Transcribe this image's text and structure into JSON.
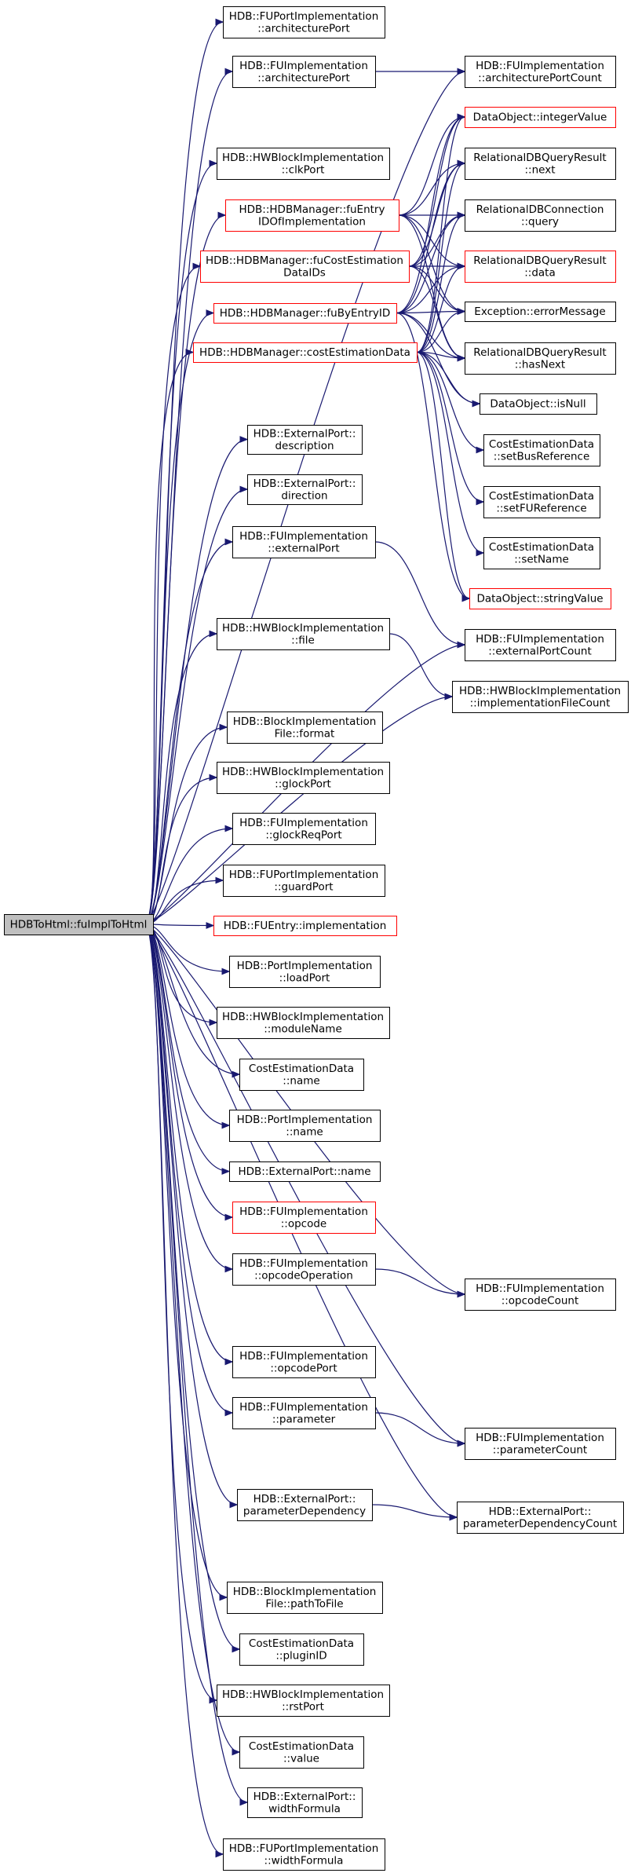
{
  "root": {
    "id": "root",
    "lines": [
      "HDBToHtml::fuImplToHtml"
    ],
    "fill": "#bfbfbf",
    "border": "#000000"
  },
  "nodes": [
    {
      "id": "n1",
      "lines": [
        "HDB::FUPortImplementation",
        "::architecturePort"
      ]
    },
    {
      "id": "n2",
      "lines": [
        "HDB::FUImplementation",
        "::architecturePort"
      ]
    },
    {
      "id": "n3",
      "lines": [
        "HDB::FUImplementation",
        "::architecturePortCount"
      ]
    },
    {
      "id": "n4",
      "lines": [
        "HDB::HWBlockImplementation",
        "::clkPort"
      ]
    },
    {
      "id": "n5",
      "lines": [
        "HDB::HDBManager::fuEntry",
        "IDOfImplementation"
      ],
      "red": true
    },
    {
      "id": "n6",
      "lines": [
        "HDB::HDBManager::fuCostEstimation",
        "DataIDs"
      ],
      "red": true
    },
    {
      "id": "n7",
      "lines": [
        "HDB::HDBManager::fuByEntryID"
      ],
      "red": true
    },
    {
      "id": "n8",
      "lines": [
        "HDB::HDBManager::costEstimationData"
      ],
      "red": true
    },
    {
      "id": "n9",
      "lines": [
        "DataObject::integerValue"
      ],
      "red": true
    },
    {
      "id": "n10",
      "lines": [
        "RelationalDBQueryResult",
        "::next"
      ]
    },
    {
      "id": "n11",
      "lines": [
        "RelationalDBConnection",
        "::query"
      ]
    },
    {
      "id": "n12",
      "lines": [
        "RelationalDBQueryResult",
        "::data"
      ],
      "red": true
    },
    {
      "id": "n13",
      "lines": [
        "Exception::errorMessage"
      ]
    },
    {
      "id": "n14",
      "lines": [
        "RelationalDBQueryResult",
        "::hasNext"
      ]
    },
    {
      "id": "n15",
      "lines": [
        "DataObject::isNull"
      ]
    },
    {
      "id": "n16",
      "lines": [
        "CostEstimationData",
        "::setBusReference"
      ]
    },
    {
      "id": "n17",
      "lines": [
        "CostEstimationData",
        "::setFUReference"
      ]
    },
    {
      "id": "n18",
      "lines": [
        "CostEstimationData",
        "::setName"
      ]
    },
    {
      "id": "n19",
      "lines": [
        "DataObject::stringValue"
      ],
      "red": true
    },
    {
      "id": "n20",
      "lines": [
        "HDB::ExternalPort::",
        "description"
      ]
    },
    {
      "id": "n21",
      "lines": [
        "HDB::ExternalPort::",
        "direction"
      ]
    },
    {
      "id": "n22",
      "lines": [
        "HDB::FUImplementation",
        "::externalPort"
      ]
    },
    {
      "id": "n23",
      "lines": [
        "HDB::FUImplementation",
        "::externalPortCount"
      ]
    },
    {
      "id": "n24",
      "lines": [
        "HDB::HWBlockImplementation",
        "::file"
      ]
    },
    {
      "id": "n25",
      "lines": [
        "HDB::HWBlockImplementation",
        "::implementationFileCount"
      ]
    },
    {
      "id": "n26",
      "lines": [
        "HDB::BlockImplementation",
        "File::format"
      ]
    },
    {
      "id": "n27",
      "lines": [
        "HDB::HWBlockImplementation",
        "::glockPort"
      ]
    },
    {
      "id": "n28",
      "lines": [
        "HDB::FUImplementation",
        "::glockReqPort"
      ]
    },
    {
      "id": "n29",
      "lines": [
        "HDB::FUPortImplementation",
        "::guardPort"
      ]
    },
    {
      "id": "n30",
      "lines": [
        "HDB::FUEntry::implementation"
      ],
      "red": true
    },
    {
      "id": "n31",
      "lines": [
        "HDB::PortImplementation",
        "::loadPort"
      ]
    },
    {
      "id": "n32",
      "lines": [
        "HDB::HWBlockImplementation",
        "::moduleName"
      ]
    },
    {
      "id": "n33",
      "lines": [
        "CostEstimationData",
        "::name"
      ]
    },
    {
      "id": "n34",
      "lines": [
        "HDB::PortImplementation",
        "::name"
      ]
    },
    {
      "id": "n35",
      "lines": [
        "HDB::ExternalPort::name"
      ]
    },
    {
      "id": "n36",
      "lines": [
        "HDB::FUImplementation",
        "::opcode"
      ],
      "red": true
    },
    {
      "id": "n37",
      "lines": [
        "HDB::FUImplementation",
        "::opcodeOperation"
      ]
    },
    {
      "id": "n38",
      "lines": [
        "HDB::FUImplementation",
        "::opcodeCount"
      ]
    },
    {
      "id": "n39",
      "lines": [
        "HDB::FUImplementation",
        "::opcodePort"
      ]
    },
    {
      "id": "n40",
      "lines": [
        "HDB::FUImplementation",
        "::parameter"
      ]
    },
    {
      "id": "n41",
      "lines": [
        "HDB::FUImplementation",
        "::parameterCount"
      ]
    },
    {
      "id": "n42",
      "lines": [
        "HDB::ExternalPort::",
        "parameterDependency"
      ]
    },
    {
      "id": "n43",
      "lines": [
        "HDB::ExternalPort::",
        "parameterDependencyCount"
      ]
    },
    {
      "id": "n44",
      "lines": [
        "HDB::BlockImplementation",
        "File::pathToFile"
      ]
    },
    {
      "id": "n45",
      "lines": [
        "CostEstimationData",
        "::pluginID"
      ]
    },
    {
      "id": "n46",
      "lines": [
        "HDB::HWBlockImplementation",
        "::rstPort"
      ]
    },
    {
      "id": "n47",
      "lines": [
        "CostEstimationData",
        "::value"
      ]
    },
    {
      "id": "n48",
      "lines": [
        "HDB::ExternalPort::",
        "widthFormula"
      ]
    },
    {
      "id": "n49",
      "lines": [
        "HDB::FUPortImplementation",
        "::widthFormula"
      ]
    }
  ],
  "edges": [
    [
      "root",
      "n1"
    ],
    [
      "root",
      "n2"
    ],
    [
      "root",
      "n3"
    ],
    [
      "root",
      "n4"
    ],
    [
      "root",
      "n5"
    ],
    [
      "root",
      "n6"
    ],
    [
      "root",
      "n7"
    ],
    [
      "root",
      "n8"
    ],
    [
      "root",
      "n20"
    ],
    [
      "root",
      "n21"
    ],
    [
      "root",
      "n22"
    ],
    [
      "root",
      "n23"
    ],
    [
      "root",
      "n24"
    ],
    [
      "root",
      "n25"
    ],
    [
      "root",
      "n26"
    ],
    [
      "root",
      "n27"
    ],
    [
      "root",
      "n28"
    ],
    [
      "root",
      "n29"
    ],
    [
      "root",
      "n30"
    ],
    [
      "root",
      "n31"
    ],
    [
      "root",
      "n32"
    ],
    [
      "root",
      "n33"
    ],
    [
      "root",
      "n34"
    ],
    [
      "root",
      "n35"
    ],
    [
      "root",
      "n36"
    ],
    [
      "root",
      "n37"
    ],
    [
      "root",
      "n38"
    ],
    [
      "root",
      "n39"
    ],
    [
      "root",
      "n40"
    ],
    [
      "root",
      "n41"
    ],
    [
      "root",
      "n42"
    ],
    [
      "root",
      "n43"
    ],
    [
      "root",
      "n44"
    ],
    [
      "root",
      "n45"
    ],
    [
      "root",
      "n46"
    ],
    [
      "root",
      "n47"
    ],
    [
      "root",
      "n48"
    ],
    [
      "root",
      "n49"
    ],
    [
      "n2",
      "n3"
    ],
    [
      "n22",
      "n23"
    ],
    [
      "n24",
      "n25"
    ],
    [
      "n37",
      "n38"
    ],
    [
      "n40",
      "n41"
    ],
    [
      "n42",
      "n43"
    ],
    [
      "n5",
      "n9"
    ],
    [
      "n5",
      "n10"
    ],
    [
      "n5",
      "n11"
    ],
    [
      "n5",
      "n12"
    ],
    [
      "n5",
      "n13"
    ],
    [
      "n5",
      "n14"
    ],
    [
      "n6",
      "n9"
    ],
    [
      "n6",
      "n10"
    ],
    [
      "n6",
      "n11"
    ],
    [
      "n6",
      "n12"
    ],
    [
      "n6",
      "n13"
    ],
    [
      "n6",
      "n14"
    ],
    [
      "n7",
      "n9"
    ],
    [
      "n7",
      "n10"
    ],
    [
      "n7",
      "n11"
    ],
    [
      "n7",
      "n12"
    ],
    [
      "n7",
      "n13"
    ],
    [
      "n7",
      "n14"
    ],
    [
      "n7",
      "n15"
    ],
    [
      "n7",
      "n19"
    ],
    [
      "n8",
      "n9"
    ],
    [
      "n8",
      "n10"
    ],
    [
      "n8",
      "n11"
    ],
    [
      "n8",
      "n12"
    ],
    [
      "n8",
      "n13"
    ],
    [
      "n8",
      "n14"
    ],
    [
      "n8",
      "n15"
    ],
    [
      "n8",
      "n16"
    ],
    [
      "n8",
      "n17"
    ],
    [
      "n8",
      "n18"
    ],
    [
      "n8",
      "n19"
    ]
  ]
}
